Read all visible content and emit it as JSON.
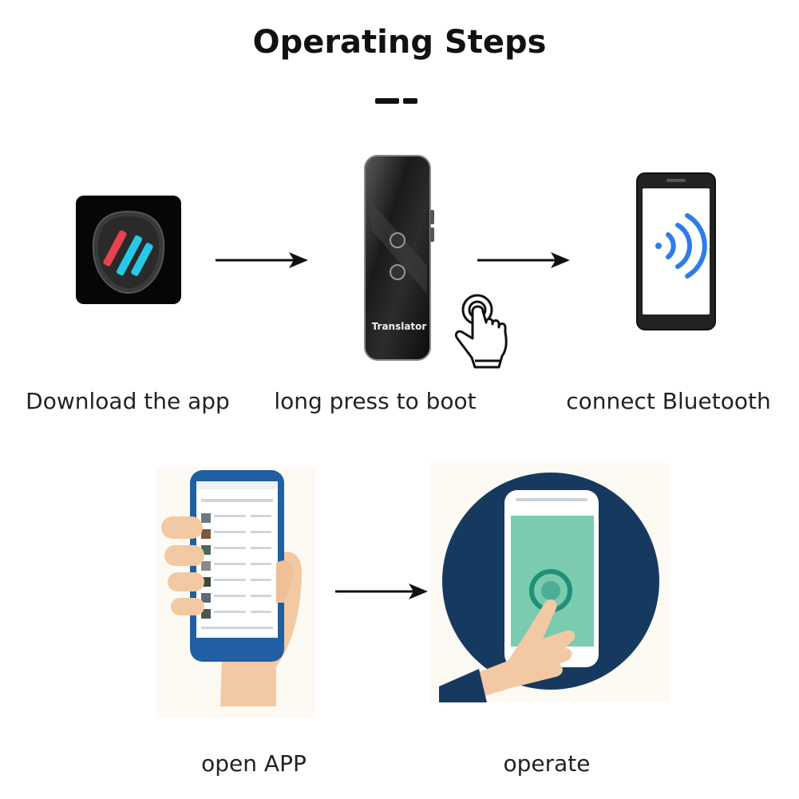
{
  "title": "Operating Steps",
  "device_label": "Translator",
  "steps": [
    {
      "label": "Download the app",
      "icon": "app-icon"
    },
    {
      "label": "long press to boot",
      "icon": "translator-device-icon"
    },
    {
      "label": "connect Bluetooth",
      "icon": "bluetooth-phone-icon"
    },
    {
      "label": "open APP",
      "icon": "hand-holding-phone-icon"
    },
    {
      "label": "operate",
      "icon": "finger-tap-phone-icon"
    }
  ],
  "colors": {
    "accent_red": "#e8414f",
    "accent_cyan": "#27c9e6",
    "bluetooth_blue": "#2f7bea",
    "phone_blue": "#1f5fa2",
    "circle_navy": "#163a5f",
    "screen_teal": "#7bcbb0",
    "skin": "#f3c9a3"
  }
}
